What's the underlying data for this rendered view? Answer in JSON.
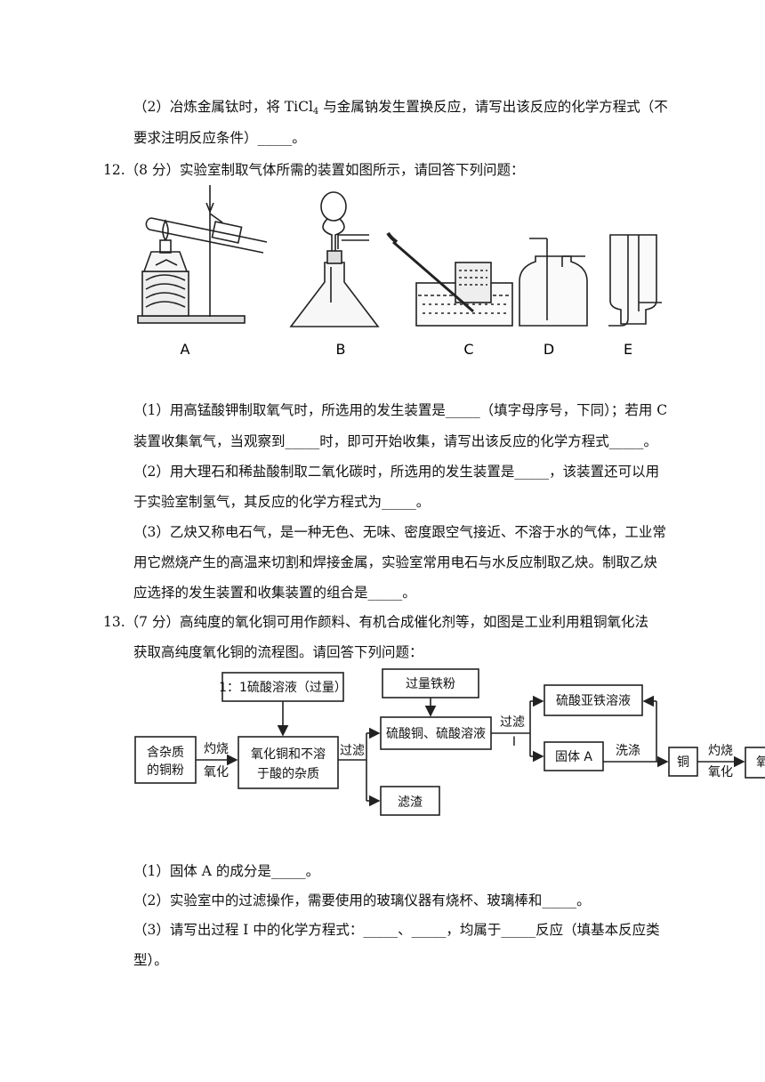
{
  "q11": {
    "p2_line1": "（2）冶炼金属钛时，将 TiCl",
    "p2_sub": "4",
    "p2_line1_rest": " 与金属钠发生置换反应，请写出该反应的化学方程式（不",
    "p2_line2": "要求注明反应条件）_____。"
  },
  "q12": {
    "header": "12.（8 分）实验室制取气体所需的装置如图所示，请回答下列问题：",
    "labels": [
      "A",
      "B",
      "C",
      "D",
      "E"
    ],
    "p1_line1": "（1）用高锰酸钾制取氧气时，所选用的发生装置是_____（填字母序号，下同）；若用 C",
    "p1_line2": "装置收集氧气，当观察到_____时，即可开始收集，请写出该反应的化学方程式_____。",
    "p2_line1": "（2）用大理石和稀盐酸制取二氧化碳时，所选用的发生装置是_____，该装置还可以用",
    "p2_line2": "于实验室制氢气，其反应的化学方程式为_____。",
    "p3_line1": "（3）乙炔又称电石气，是一种无色、无味、密度跟空气接近、不溶于水的气体，工业常",
    "p3_line2": "用它燃烧产生的高温来切割和焊接金属，实验室常用电石与水反应制取乙炔。制取乙炔",
    "p3_line3": "应选择的发生装置和收集装置的组合是_____。"
  },
  "q13": {
    "header_line1": "13.（7 分）高纯度的氧化铜可用作颜料、有机合成催化剂等，如图是工业利用粗铜氧化法",
    "header_line2": "获取高纯度氧化铜的流程图。请回答下列问题：",
    "flow": {
      "acid": "1：1硫酸溶液（过量）",
      "iron": "过量铁粉",
      "raw": [
        "含杂质",
        "的铜粉"
      ],
      "roast1": [
        "灼烧",
        "氧化"
      ],
      "mix": [
        "氧化铜和不溶",
        "于酸的杂质"
      ],
      "filter1": "过滤",
      "solution": "硫酸铜、硫酸溶液",
      "filter2": "过滤",
      "filter2_mark": "I",
      "residue": "滤渣",
      "ferrous": "硫酸亚铁溶液",
      "solidA": "固体 A",
      "wash": "洗涤",
      "copper": "铜",
      "roast2": [
        "灼烧",
        "氧化"
      ],
      "product": "氧"
    },
    "p1": "（1）固体 A 的成分是_____。",
    "p2": "（2）实验室中的过滤操作，需要使用的玻璃仪器有烧杯、玻璃棒和_____。",
    "p3_line1": "（3）请写出过程 I 中的化学方程式：_____、_____，均属于_____反应（填基本反应类",
    "p3_line2": "型）。"
  }
}
